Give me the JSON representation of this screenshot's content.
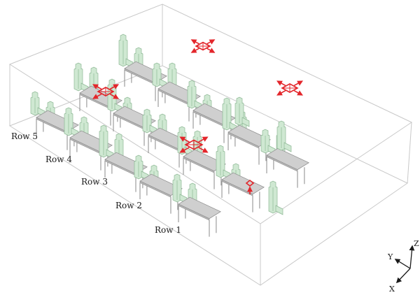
{
  "room": {
    "row_labels": [
      "Row 5",
      "Row 4",
      "Row 3",
      "Row 2",
      "Row 1"
    ]
  },
  "axes": {
    "z_label": "Z",
    "y_label": "Y",
    "x_label": "X"
  },
  "colors": {
    "room_edge": "#c8c8c8",
    "occupant_fill": "#cfe8d2",
    "occupant_stroke": "#8fb996",
    "desk_top": "#cfcfcf",
    "desk_edge": "#8a8a8a",
    "diffuser": "#e3262b"
  },
  "icons": {
    "supply_diffuser": "four-way-arrow-diffuser-icon",
    "exhaust_vent": "upward-arrow-vent-icon",
    "axis_triad": "xyz-axis-triad-icon"
  }
}
